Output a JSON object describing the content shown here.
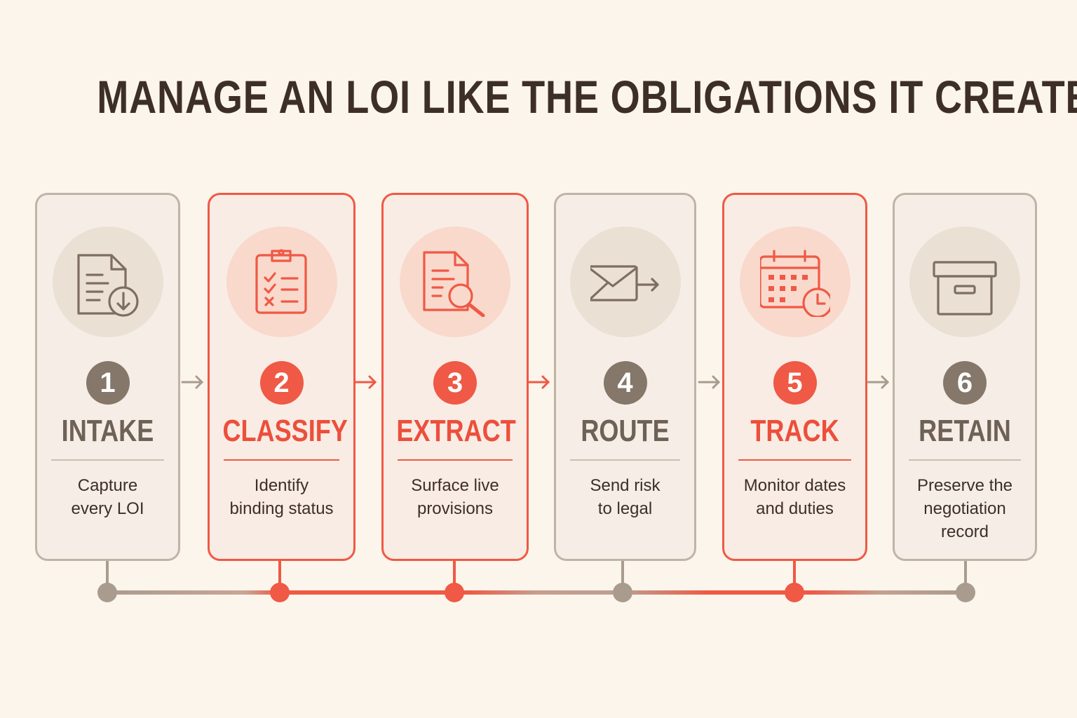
{
  "title": "MANAGE AN LOI LIKE THE OBLIGATIONS IT CREATES",
  "colors": {
    "accent": "#ef5945",
    "muted": "#85776a",
    "background": "#fcf5ec",
    "text": "#3d2f28"
  },
  "steps": [
    {
      "number": "1",
      "title": "INTAKE",
      "description": [
        "Capture",
        "every LOI"
      ],
      "icon": "document-download-icon",
      "highlighted": false
    },
    {
      "number": "2",
      "title": "CLASSIFY",
      "description": [
        "Identify",
        "binding status"
      ],
      "icon": "clipboard-checklist-icon",
      "highlighted": true
    },
    {
      "number": "3",
      "title": "EXTRACT",
      "description": [
        "Surface live",
        "provisions"
      ],
      "icon": "document-search-icon",
      "highlighted": true
    },
    {
      "number": "4",
      "title": "ROUTE",
      "description": [
        "Send risk",
        "to legal"
      ],
      "icon": "envelope-arrow-icon",
      "highlighted": false
    },
    {
      "number": "5",
      "title": "TRACK",
      "description": [
        "Monitor dates",
        "and duties"
      ],
      "icon": "calendar-clock-icon",
      "highlighted": true
    },
    {
      "number": "6",
      "title": "RETAIN",
      "description": [
        "Preserve the",
        "negotiation",
        "record"
      ],
      "icon": "archive-box-icon",
      "highlighted": false
    }
  ]
}
